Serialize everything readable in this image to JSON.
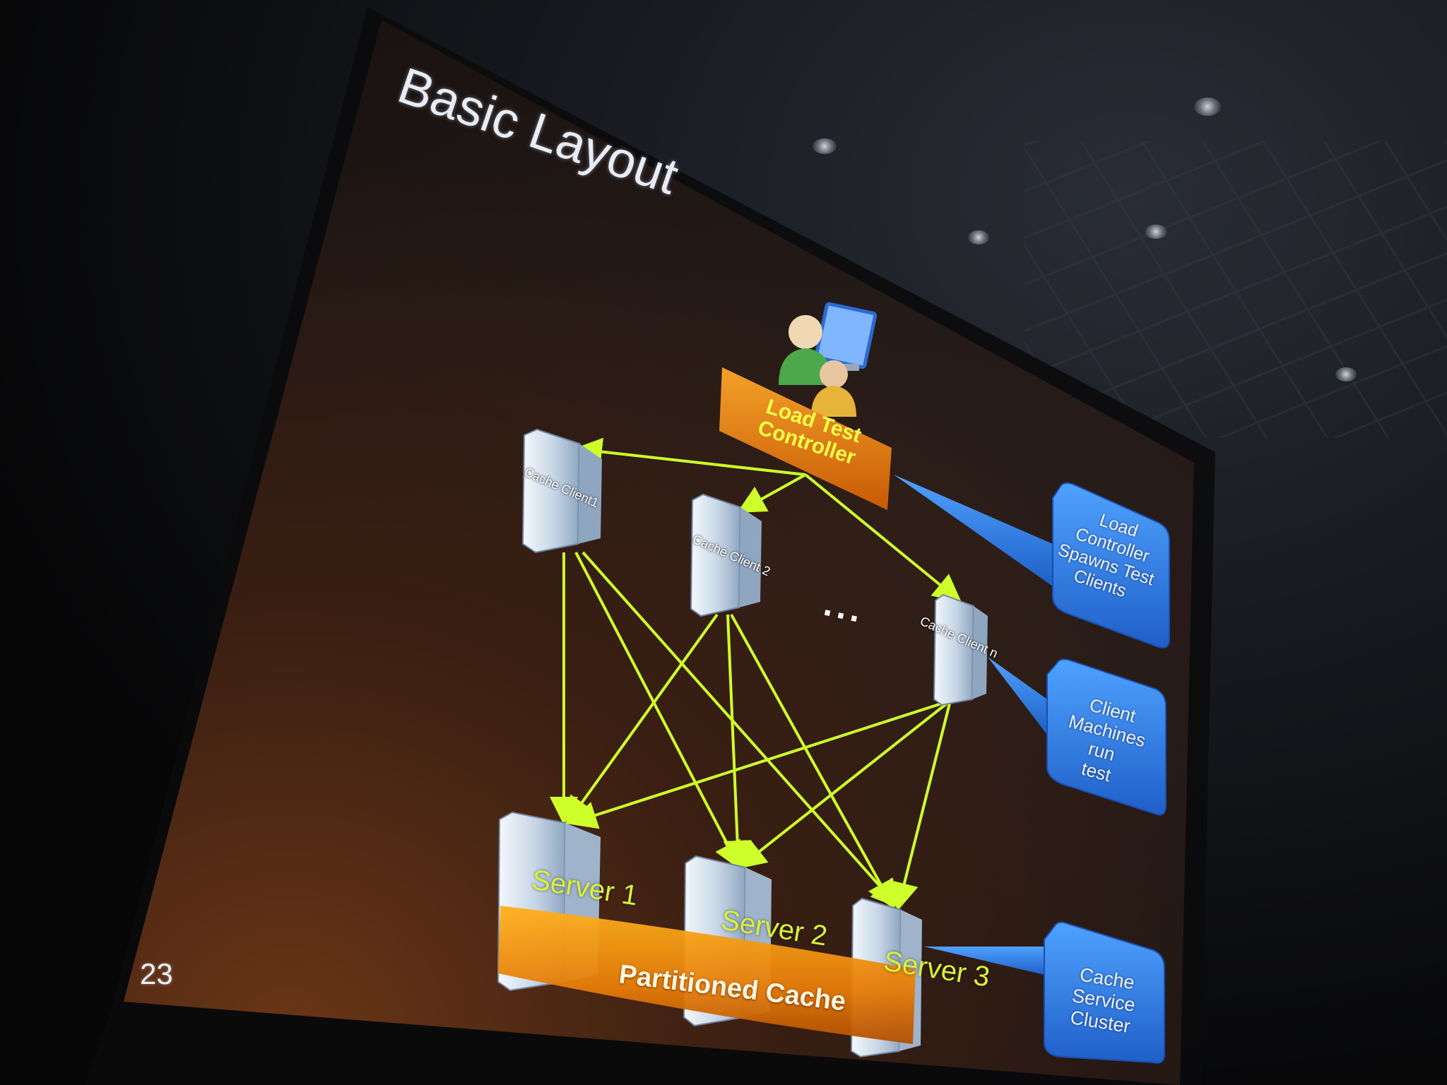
{
  "slide": {
    "title": "Basic Layout",
    "number": "23"
  },
  "controller": {
    "line1": "Load Test",
    "line2": "Controller"
  },
  "clients": [
    {
      "label": "Cache Client1"
    },
    {
      "label": "Cache Client 2"
    },
    {
      "label": "Cache Client n"
    }
  ],
  "ellipsis": "...",
  "servers": [
    {
      "label": "Server 1"
    },
    {
      "label": "Server 2"
    },
    {
      "label": "Server 3"
    }
  ],
  "cache": {
    "label": "Partitioned Cache"
  },
  "callouts": [
    {
      "line1": "Load Controller",
      "line2": "Spawns Test",
      "line3": "Clients"
    },
    {
      "line1": "Client",
      "line2": "Machines run",
      "line3": "test"
    },
    {
      "line1": "Cache Service",
      "line2": "Cluster"
    }
  ],
  "colors": {
    "connector": "#cfff2a",
    "controller_box": "#e07a10",
    "callout_blue": "#2f7fe0",
    "cache_band": "#f0a010"
  }
}
